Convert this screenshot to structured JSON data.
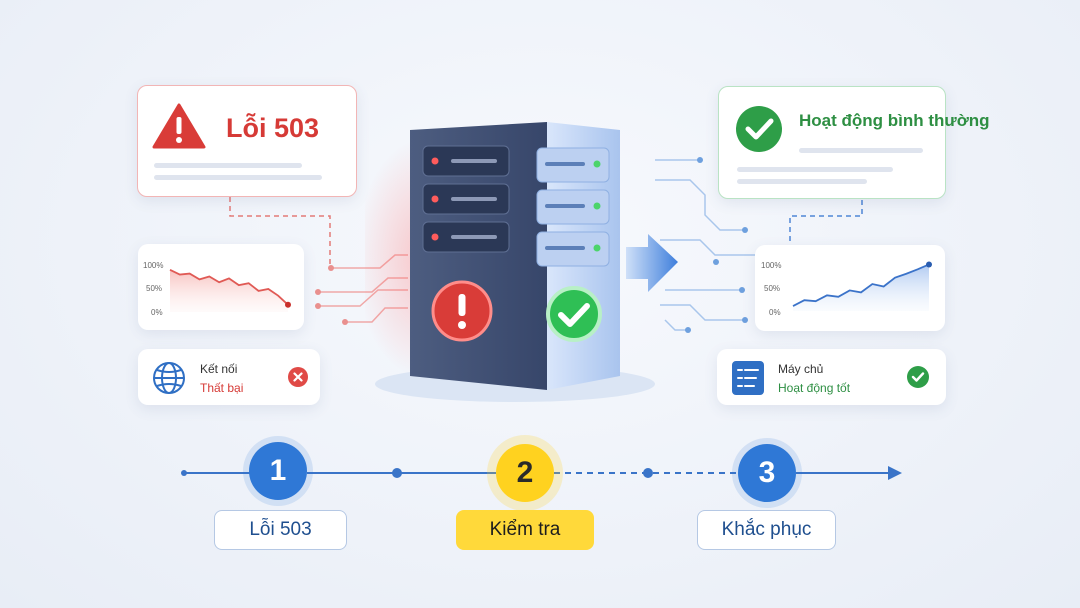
{
  "error_card": {
    "title": "Lỗi 503",
    "icon": "warning-triangle-icon",
    "color": "#d63a36"
  },
  "ok_card": {
    "title": "Hoạt động bình thường",
    "icon": "check-circle-icon",
    "color": "#2e8f43"
  },
  "left_chart": {
    "type": "line",
    "y_ticks": [
      "100%",
      "50%",
      "0%"
    ],
    "trend": "down",
    "values": [
      88,
      78,
      80,
      68,
      74,
      62,
      70,
      56,
      60,
      44,
      48,
      34,
      15
    ],
    "color": "#e05a55"
  },
  "right_chart": {
    "type": "line",
    "y_ticks": [
      "100%",
      "50%",
      "0%"
    ],
    "trend": "up",
    "values": [
      10,
      22,
      20,
      32,
      29,
      42,
      38,
      55,
      50,
      68,
      76,
      85,
      95
    ],
    "color": "#3b73c9"
  },
  "connection_status": {
    "title": "Kết nối",
    "status": "Thất bại",
    "icon": "globe-icon",
    "status_icon": "x-circle-icon",
    "status_color": "#d63a36"
  },
  "server_status": {
    "title": "Máy chủ",
    "status": "Hoạt động tốt",
    "icon": "server-list-icon",
    "status_icon": "check-circle-icon",
    "status_color": "#2e8f43"
  },
  "steps": [
    {
      "number": "1",
      "label": "Lỗi 503"
    },
    {
      "number": "2",
      "label": "Kiểm tra"
    },
    {
      "number": "3",
      "label": "Khắc phục"
    }
  ]
}
